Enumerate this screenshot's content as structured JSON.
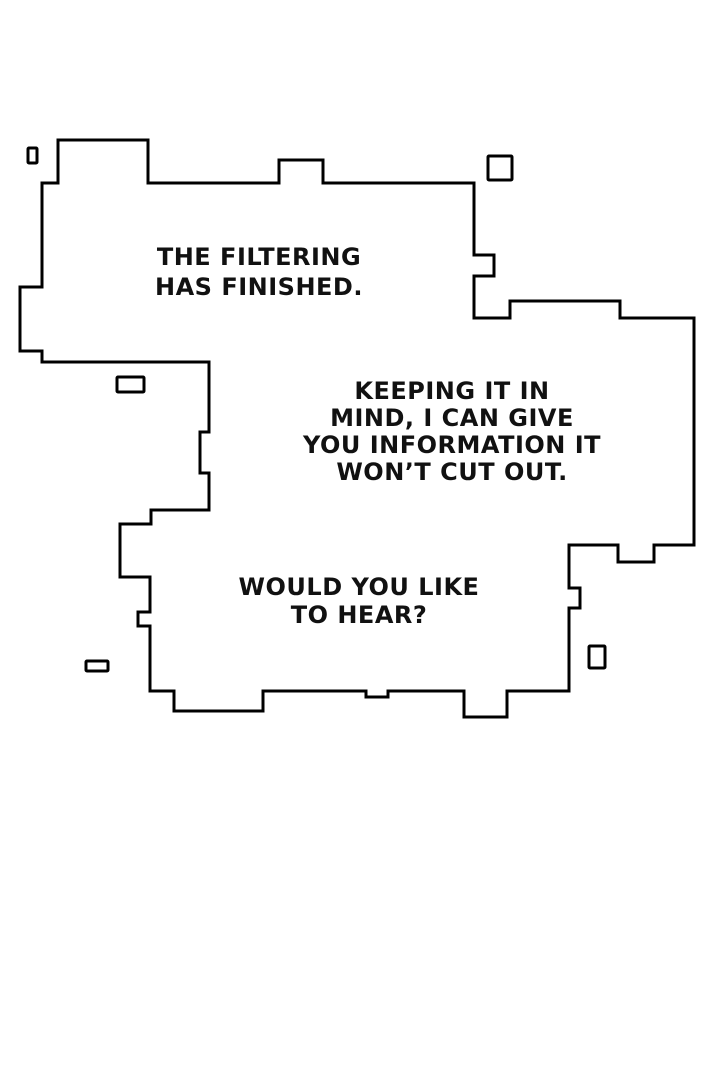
{
  "colors": {
    "background": "#ffffff",
    "outline": "#000000",
    "text": "#111111"
  },
  "bubble": {
    "paragraphs": [
      {
        "lines": [
          "THE FILTERING",
          "HAS FINISHED."
        ]
      },
      {
        "lines": [
          "KEEPING IT IN",
          "MIND, I CAN GIVE",
          "YOU INFORMATION IT",
          "WON’T CUT OUT."
        ]
      },
      {
        "lines": [
          "WOULD YOU LIKE",
          "TO HEAR?"
        ]
      }
    ]
  }
}
